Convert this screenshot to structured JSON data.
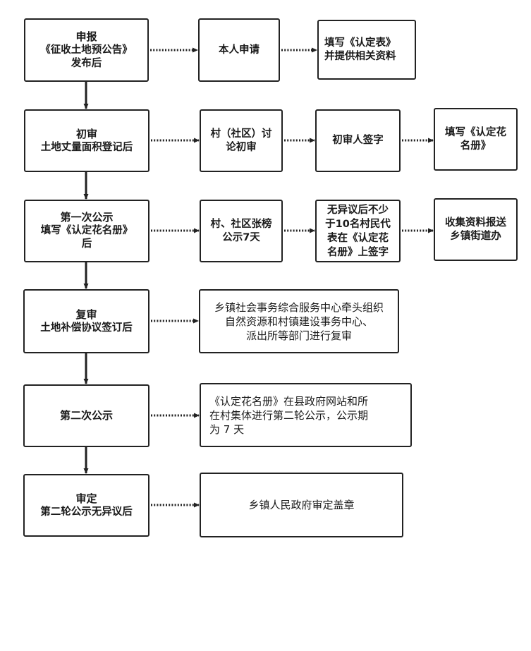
{
  "flow": {
    "rows": [
      {
        "main": {
          "title": "申报",
          "lines": [
            "《征收土地预公告》",
            "发布后"
          ]
        },
        "steps": [
          {
            "lines": [
              "本人申请"
            ]
          },
          {
            "lines": [
              "填写《认定表》",
              "并提供相关资料"
            ]
          }
        ]
      },
      {
        "main": {
          "title": "初审",
          "lines": [
            "土地丈量面积登记后"
          ]
        },
        "steps": [
          {
            "lines": [
              "村（社区）讨",
              "论初审"
            ]
          },
          {
            "lines": [
              "初审人签字"
            ]
          },
          {
            "lines": [
              "填写《认定花",
              "名册》"
            ]
          }
        ]
      },
      {
        "main": {
          "title": "第一次公示",
          "lines": [
            "填写《认定花名册》",
            "后"
          ]
        },
        "steps": [
          {
            "lines": [
              "村、社区张榜",
              "公示7天"
            ]
          },
          {
            "lines": [
              "无异议后不少",
              "于10名村民代",
              "表在《认定花",
              "名册》上签字"
            ]
          },
          {
            "lines": [
              "收集资料报送",
              "乡镇街道办"
            ]
          }
        ]
      },
      {
        "main": {
          "title": "复审",
          "lines": [
            "土地补偿协议签订后"
          ]
        },
        "steps": [
          {
            "lines": [
              "乡镇社会事务综合服务中心牵头组织",
              "自然资源和村镇建设事务中心、",
              "派出所等部门进行复审"
            ]
          }
        ]
      },
      {
        "main": {
          "title": "第二次公示",
          "lines": []
        },
        "steps": [
          {
            "lines": [
              "《认定花名册》在县政府网站和所",
              "在村集体进行第二轮公示，公示期",
              "为 7 天"
            ]
          }
        ]
      },
      {
        "main": {
          "title": "审定",
          "lines": [
            "第二轮公示无异议后"
          ]
        },
        "steps": [
          {
            "lines": [
              "乡镇人民政府审定盖章"
            ]
          }
        ]
      }
    ]
  },
  "colors": {
    "line": "#222222",
    "background": "#ffffff"
  }
}
